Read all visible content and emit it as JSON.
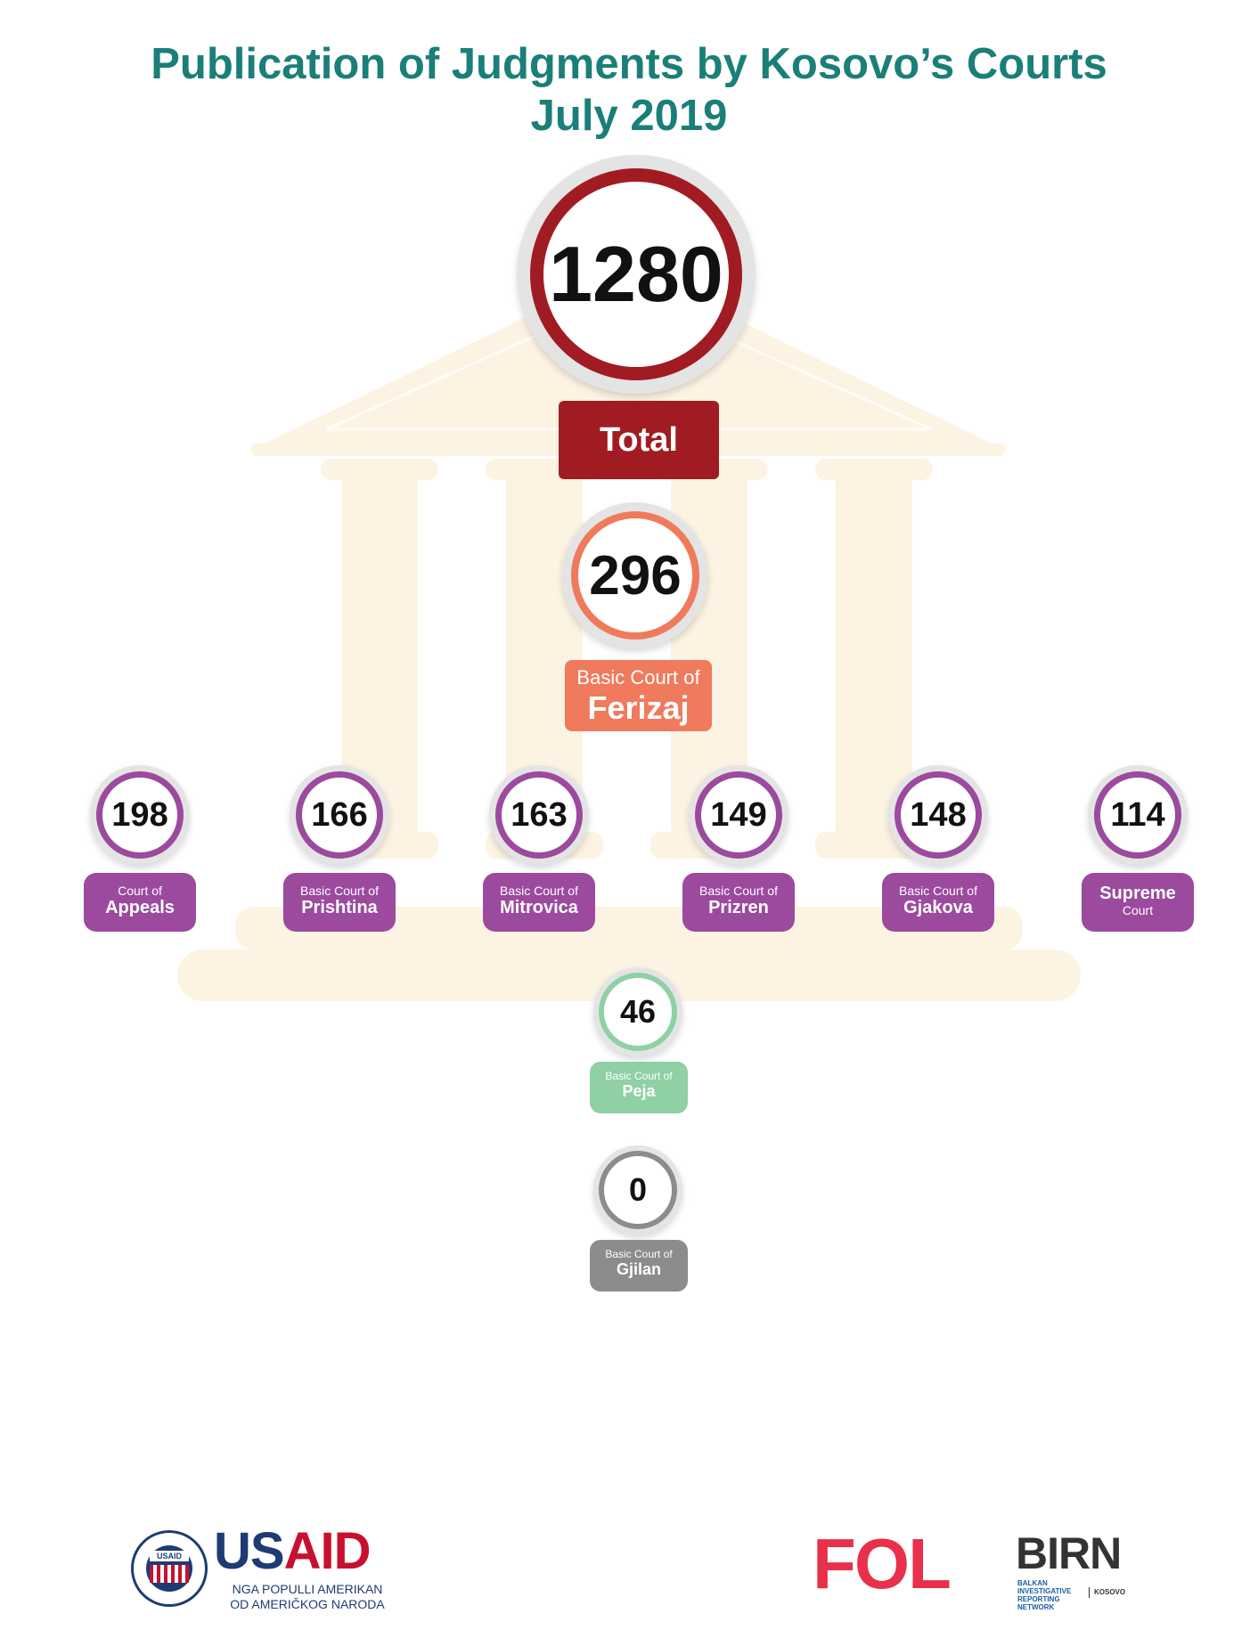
{
  "title": {
    "line1": "Publication of Judgments by Kosovo’s Courts",
    "line2": "July 2019"
  },
  "colors": {
    "title": "#1a7f78",
    "total": "#a11c22",
    "ferizaj": "#f07a5c",
    "purple": "#9b4a9e",
    "peja": "#8fd0a4",
    "gjilan": "#8c8c8e",
    "building": "#fdf3e3"
  },
  "chart_data": {
    "type": "bar",
    "total": {
      "value": 1280,
      "label": "Total"
    },
    "categories": [
      "Basic Court of Ferizaj",
      "Court of Appeals",
      "Basic Court of Prishtina",
      "Basic Court of Mitrovica",
      "Basic Court of Prizren",
      "Basic Court of Gjakova",
      "Supreme Court",
      "Basic Court of Peja",
      "Basic Court of Gjilan"
    ],
    "values": [
      296,
      198,
      166,
      163,
      149,
      148,
      114,
      46,
      0
    ],
    "courts": [
      {
        "value": 296,
        "small": "Basic Court of",
        "big": "Ferizaj",
        "color": "#f07a5c"
      },
      {
        "value": 198,
        "small": "Court of",
        "big": "Appeals",
        "color": "#9b4a9e"
      },
      {
        "value": 166,
        "small": "Basic Court of",
        "big": "Prishtina",
        "color": "#9b4a9e"
      },
      {
        "value": 163,
        "small": "Basic Court of",
        "big": "Mitrovica",
        "color": "#9b4a9e"
      },
      {
        "value": 149,
        "small": "Basic Court of",
        "big": "Prizren",
        "color": "#9b4a9e"
      },
      {
        "value": 148,
        "small": "Basic Court of",
        "big": "Gjakova",
        "color": "#9b4a9e"
      },
      {
        "value": 114,
        "small": "Court",
        "big": "Supreme",
        "color": "#9b4a9e",
        "big_first": true
      },
      {
        "value": 46,
        "small": "Basic Court of",
        "big": "Peja",
        "color": "#8fd0a4"
      },
      {
        "value": 0,
        "small": "Basic Court of",
        "big": "Gjilan",
        "color": "#8c8c8e"
      }
    ]
  },
  "footer": {
    "usaid_seal": "USAID",
    "usaid_us": "US",
    "usaid_aid": "AID",
    "usaid_sub1": "NGA POPULLI AMERIKAN",
    "usaid_sub2": "OD AMERIČKOG NARODA",
    "fol": "FOL",
    "birn": "BIRN",
    "birn_sub": "BALKAN INVESTIGATIVE REPORTING NETWORK",
    "birn_kosovo": "KOSOVO"
  }
}
